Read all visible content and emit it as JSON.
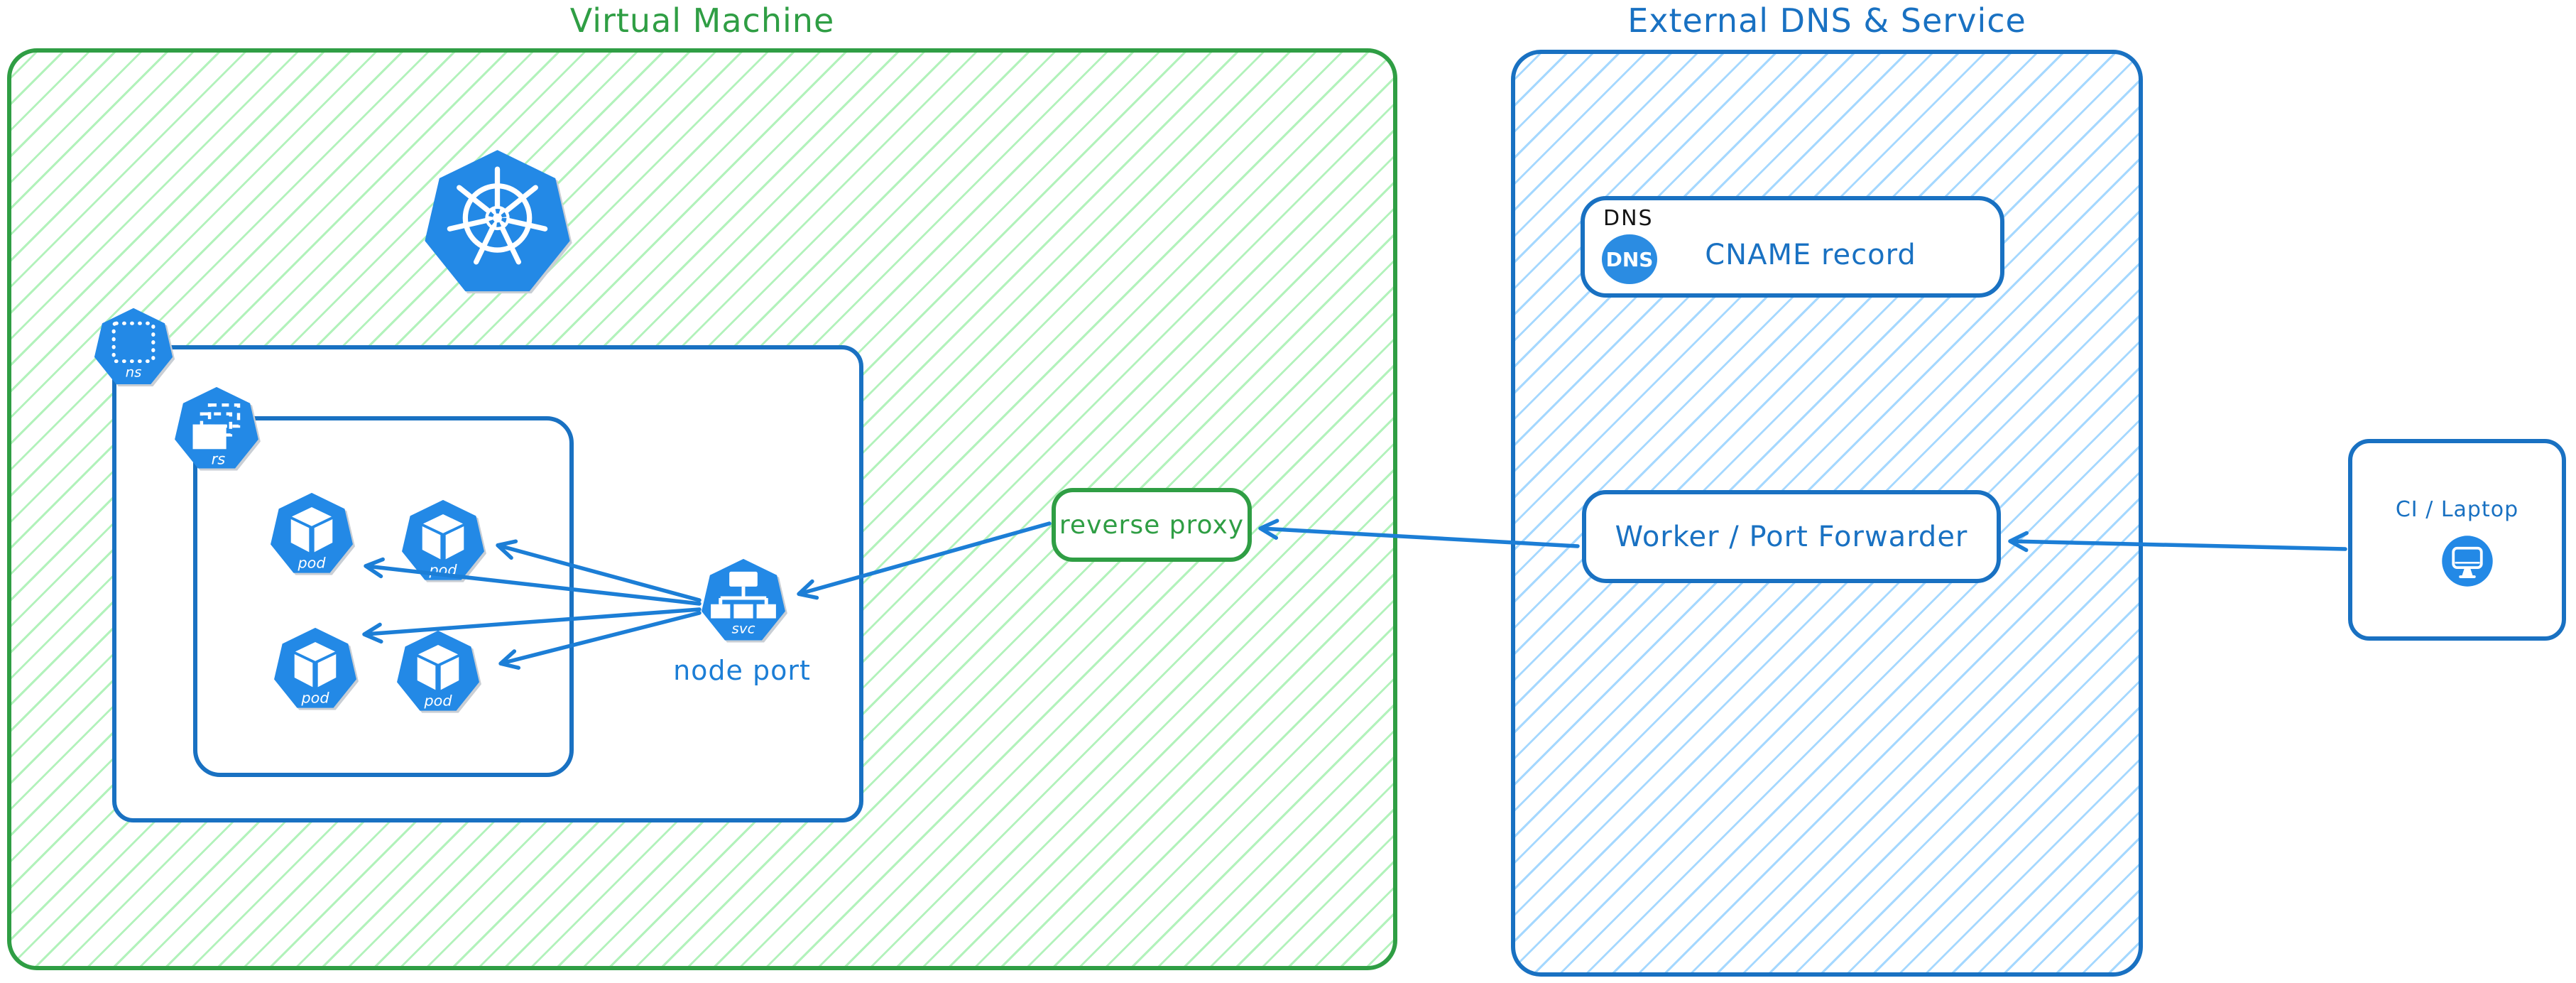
{
  "diagram": {
    "vm": {
      "title": "Virtual Machine"
    },
    "cluster": {
      "namespace_label": "ns",
      "replicaset_label": "rs",
      "service_label": "svc",
      "pods": [
        "pod",
        "pod",
        "pod",
        "pod"
      ],
      "node_port_label": "node port"
    },
    "reverse_proxy": {
      "label": "reverse proxy"
    },
    "external": {
      "title": "External DNS & Service",
      "dns": {
        "tag": "DNS",
        "badge": "DNS",
        "record": "CNAME record"
      },
      "worker": {
        "label": "Worker / Port Forwarder"
      }
    },
    "ci": {
      "label": "CI / Laptop"
    },
    "colors": {
      "green_stroke": "#2f9e44",
      "green_hatch": "#b2f2bb",
      "blue_stroke": "#1971c2",
      "blue_hatch": "#a5d8ff",
      "icon_blue": "#2389e6",
      "arrow_blue": "#1c7ed6",
      "dns_tag_black": "#141414"
    }
  }
}
